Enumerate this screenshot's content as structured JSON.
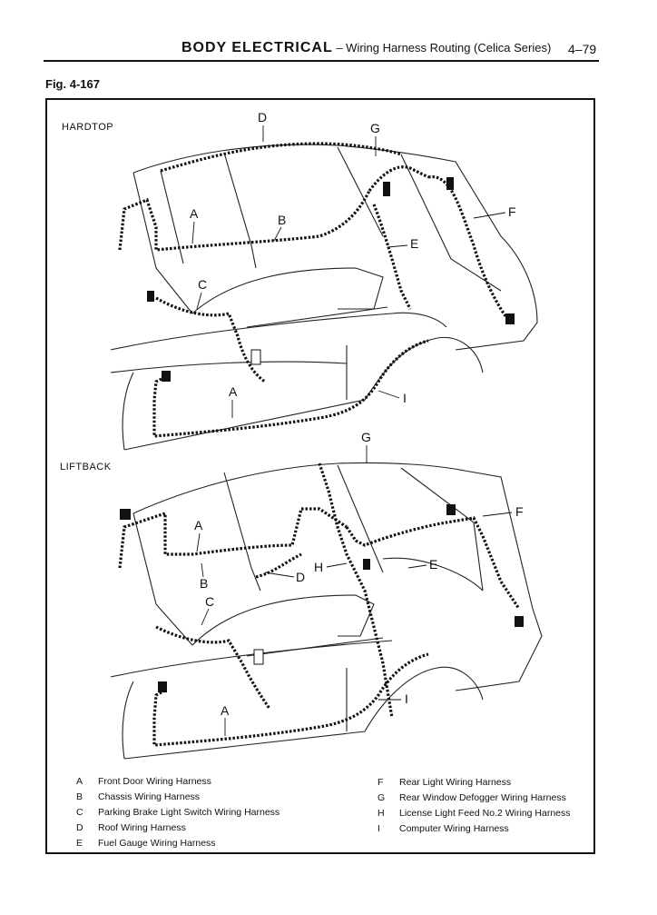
{
  "header": {
    "section": "BODY  ELECTRICAL",
    "subtitle": " – Wiring Harness Routing (Celica Series)",
    "page_number": "4–79"
  },
  "figure": {
    "label": "Fig. 4-167",
    "hardtop_label": "HARDTOP",
    "liftback_label": "LIFTBACK"
  },
  "callouts": {
    "hardtop": [
      "D",
      "G",
      "A",
      "B",
      "F",
      "E",
      "C",
      "A",
      "I"
    ],
    "liftback": [
      "G",
      "F",
      "A",
      "H",
      "E",
      "B",
      "D",
      "C",
      "A",
      "I"
    ]
  },
  "legend": {
    "left": [
      {
        "key": "A",
        "text": "Front Door Wiring Harness"
      },
      {
        "key": "B",
        "text": "Chassis Wiring Harness"
      },
      {
        "key": "C",
        "text": "Parking Brake Light Switch Wiring Harness"
      },
      {
        "key": "D",
        "text": "Roof Wiring Harness"
      },
      {
        "key": "E",
        "text": "Fuel Gauge Wiring Harness"
      }
    ],
    "right": [
      {
        "key": "F",
        "text": "Rear Light Wiring Harness"
      },
      {
        "key": "G",
        "text": "Rear Window Defogger Wiring Harness"
      },
      {
        "key": "H",
        "text": "License Light Feed No.2 Wiring Harness"
      },
      {
        "key": "I",
        "text": "Computer Wiring Harness"
      }
    ]
  }
}
